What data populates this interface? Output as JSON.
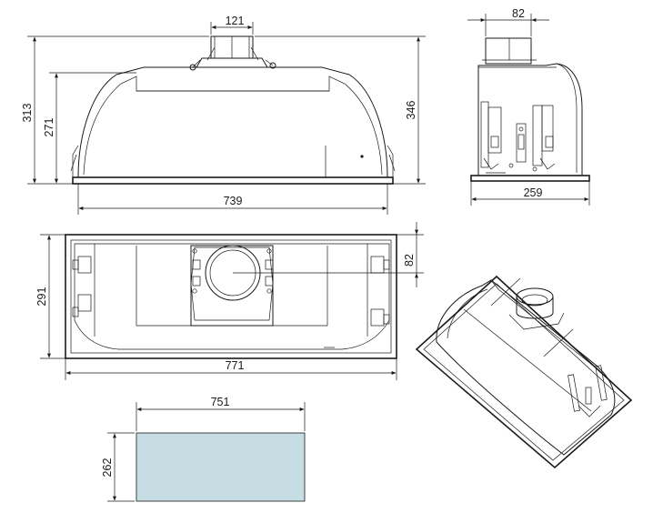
{
  "dimensions": {
    "front_duct_width": "121",
    "front_total_height": "313",
    "front_body_height": "271",
    "front_height_right": "346",
    "front_base_width": "739",
    "side_duct_width": "82",
    "side_depth": "259",
    "top_depth": "291",
    "top_duct_offset": "82",
    "top_width": "771",
    "cutout_width": "751",
    "cutout_height": "262"
  },
  "colors": {
    "cutout_fill": "#c5dde3",
    "line": "#1a1a1a"
  }
}
